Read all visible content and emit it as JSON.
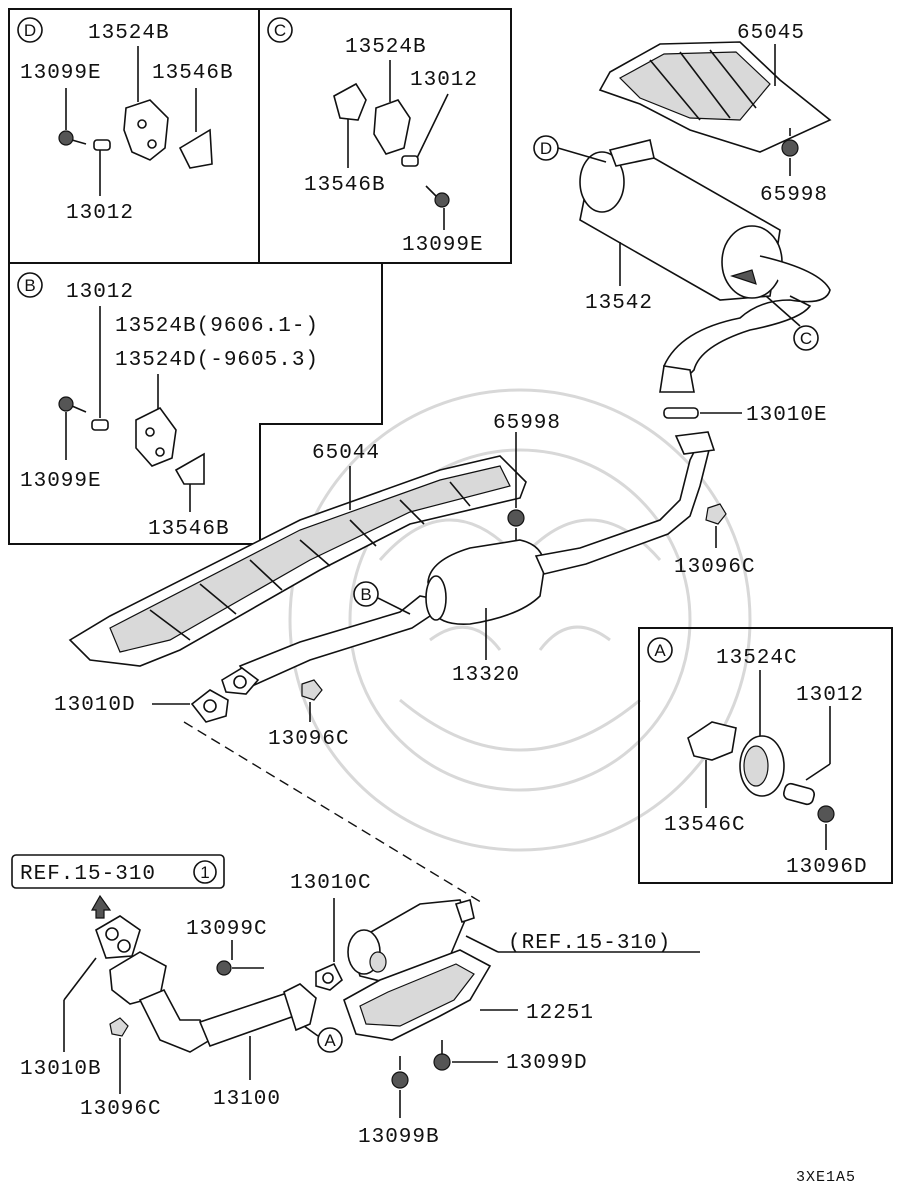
{
  "diagram": {
    "box_labels": {
      "D": "D",
      "C": "C",
      "B": "B",
      "A": "A"
    },
    "parts": {
      "p13524B_d": "13524B",
      "p13099E_d": "13099E",
      "p13546B_d": "13546B",
      "p13012_d": "13012",
      "p13524B_c": "13524B",
      "p13012_c": "13012",
      "p13546B_c": "13546B",
      "p13099E_c": "13099E",
      "p13012_b": "13012",
      "p13524B_b": "13524B(9606.1-)",
      "p13524D_b": "13524D(-9605.3)",
      "p13099E_b": "13099E",
      "p13546B_b": "13546B",
      "p65045": "65045",
      "p65998_top": "65998",
      "p13542": "13542",
      "p13010E": "13010E",
      "p65998_mid": "65998",
      "p65044": "65044",
      "p13096C_right": "13096C",
      "p13320": "13320",
      "p13010D": "13010D",
      "p13096C_mid": "13096C",
      "p13524C": "13524C",
      "p13012_a": "13012",
      "p13546C": "13546C",
      "p13096D": "13096D",
      "p13010C": "13010C",
      "p13099C": "13099C",
      "p12251": "12251",
      "p13099D": "13099D",
      "p13010B": "13010B",
      "p13096C_bottom": "13096C",
      "p13100": "13100",
      "p13099B": "13099B"
    },
    "ref_box": {
      "text": "REF.15-310",
      "num": "1"
    },
    "ref_paren": "(REF.15-310)",
    "callouts": {
      "D": "D",
      "B": "B",
      "C": "C",
      "A": "A"
    },
    "code": "3XE1A5"
  }
}
